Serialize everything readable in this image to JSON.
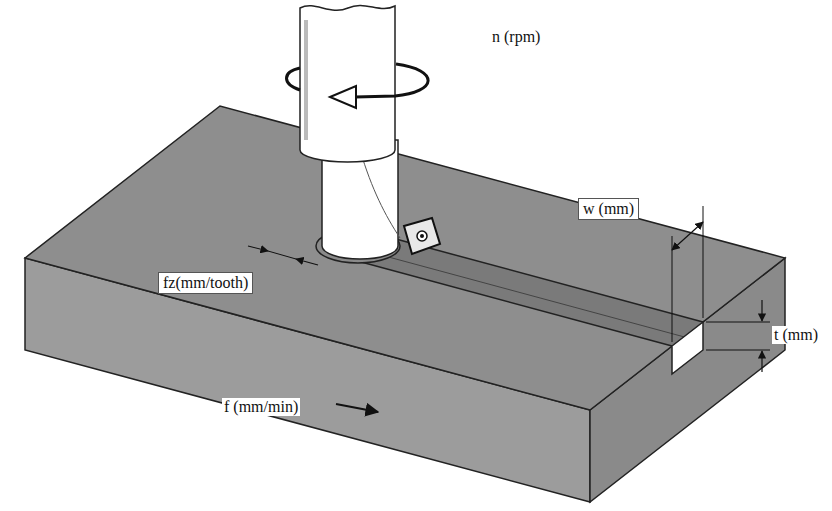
{
  "diagram": {
    "labels": [
      "n (rpm)",
      "w (mm)",
      "fz(mm/tooth)",
      "t (mm)",
      "f (mm/min)"
    ]
  }
}
